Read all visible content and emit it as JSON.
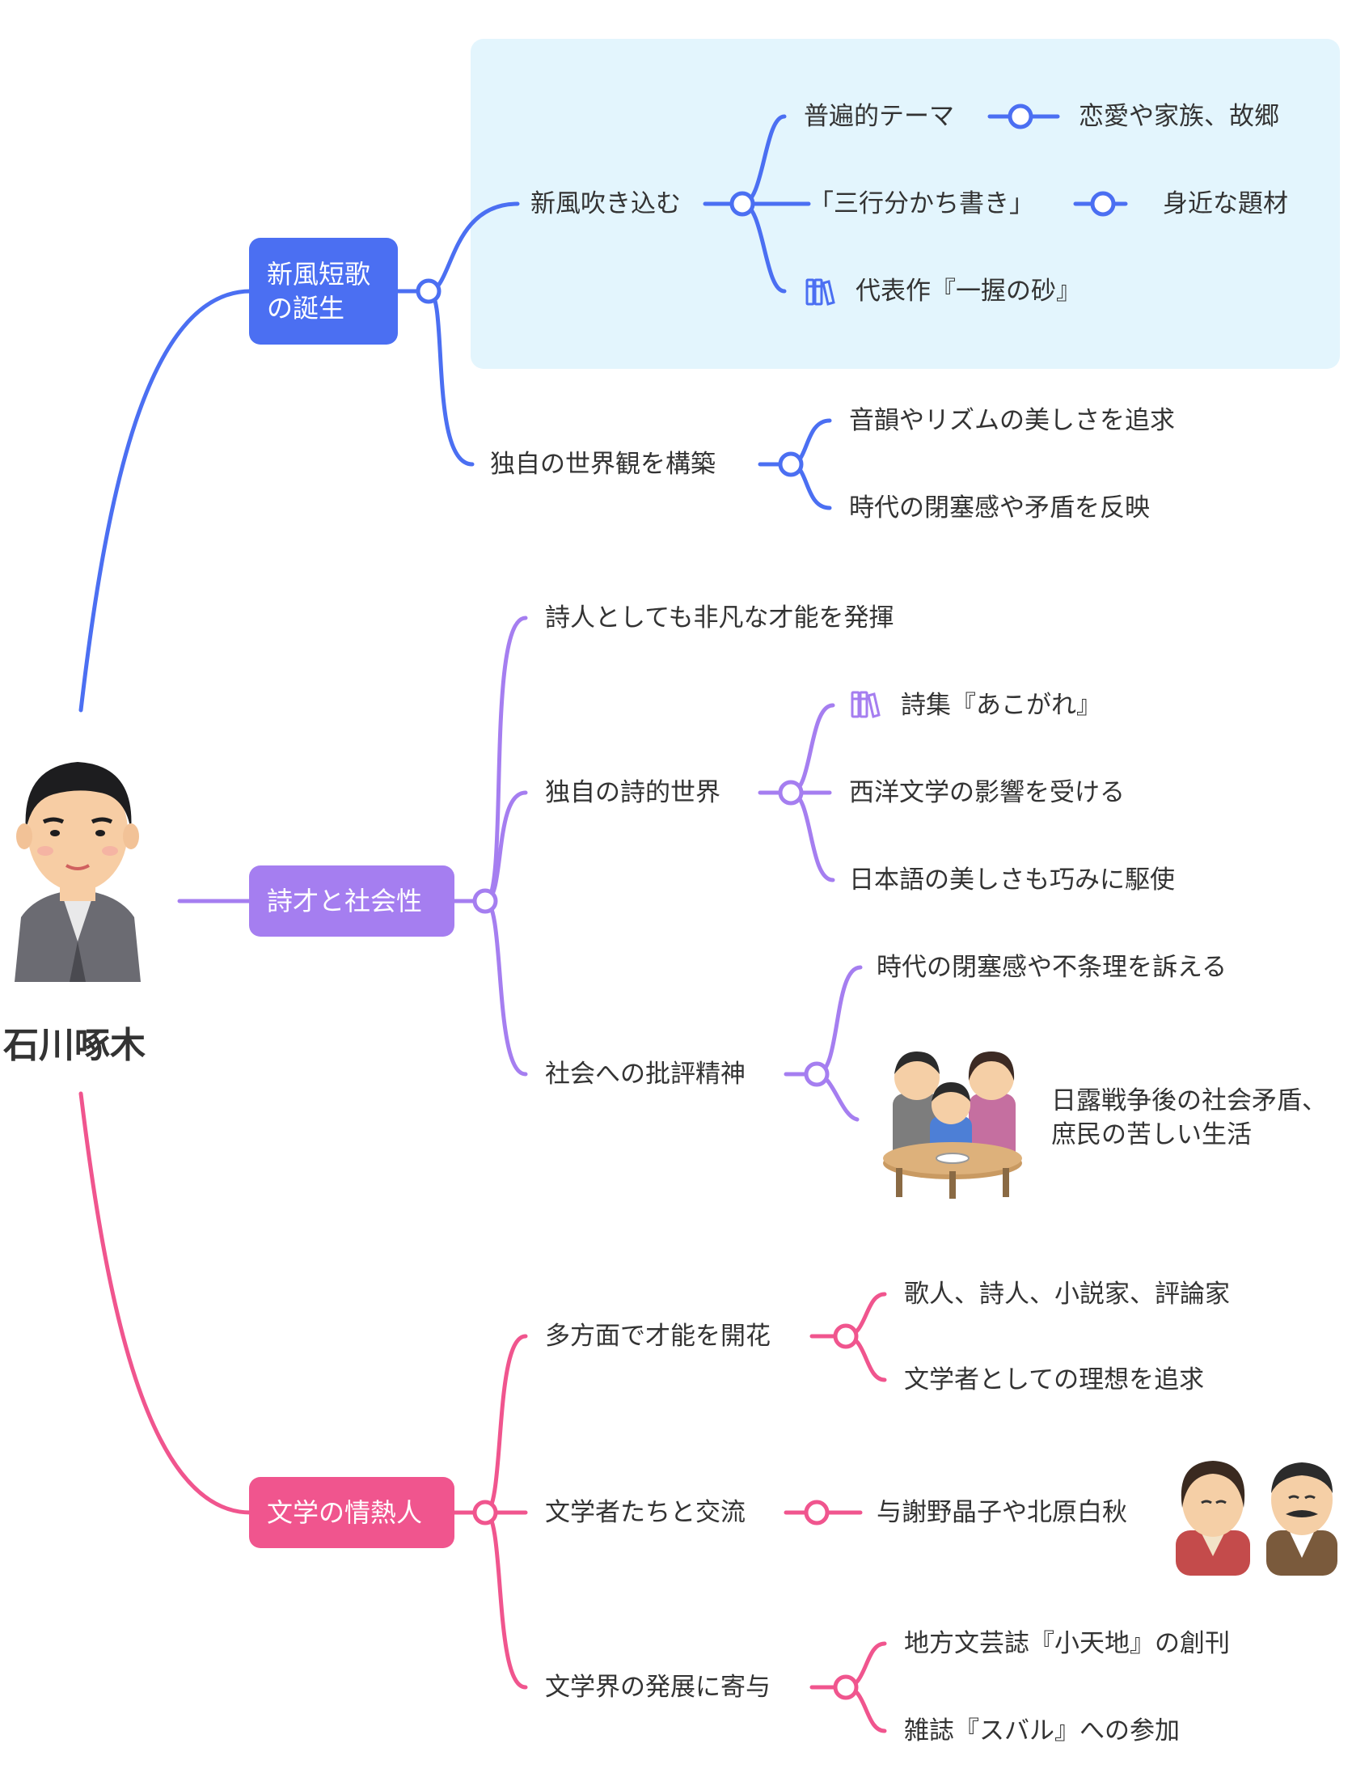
{
  "root": {
    "title": "石川啄木"
  },
  "colors": {
    "blue": "#4b6ff2",
    "purple": "#a57ef0",
    "pink": "#f0558e",
    "highlight_bg": "#e3f5fd"
  },
  "branches": [
    {
      "label_line1": "新風短歌",
      "label_line2": "の誕生",
      "children": [
        {
          "label": "新風吹き込む",
          "children": [
            {
              "label": "普遍的テーマ",
              "sub": "恋愛や家族、故郷"
            },
            {
              "label": "「三行分かち書き」",
              "sub": "身近な題材"
            },
            {
              "label": "代表作『一握の砂』",
              "icon": "books-icon"
            }
          ]
        },
        {
          "label": "独自の世界観を構築",
          "children": [
            {
              "label": "音韻やリズムの美しさを追求"
            },
            {
              "label": "時代の閉塞感や矛盾を反映"
            }
          ]
        }
      ]
    },
    {
      "label": "詩才と社会性",
      "children": [
        {
          "label": "詩人としても非凡な才能を発揮"
        },
        {
          "label": "独自の詩的世界",
          "children": [
            {
              "label": "詩集『あこがれ』",
              "icon": "books-icon"
            },
            {
              "label": "西洋文学の影響を受ける"
            },
            {
              "label": "日本語の美しさも巧みに駆使"
            }
          ]
        },
        {
          "label": "社会への批評精神",
          "children": [
            {
              "label": "時代の閉塞感や不条理を訴える"
            },
            {
              "label_line1": "日露戦争後の社会矛盾、",
              "label_line2": "庶民の苦しい生活"
            }
          ]
        }
      ]
    },
    {
      "label": "文学の情熱人",
      "children": [
        {
          "label": "多方面で才能を開花",
          "children": [
            {
              "label": "歌人、詩人、小説家、評論家"
            },
            {
              "label": "文学者としての理想を追求"
            }
          ]
        },
        {
          "label": "文学者たちと交流",
          "children": [
            {
              "label": "与謝野晶子や北原白秋"
            }
          ]
        },
        {
          "label": "文学界の発展に寄与",
          "children": [
            {
              "label": "地方文芸誌『小天地』の創刊"
            },
            {
              "label": "雑誌『スバル』への参加"
            }
          ]
        }
      ]
    }
  ]
}
